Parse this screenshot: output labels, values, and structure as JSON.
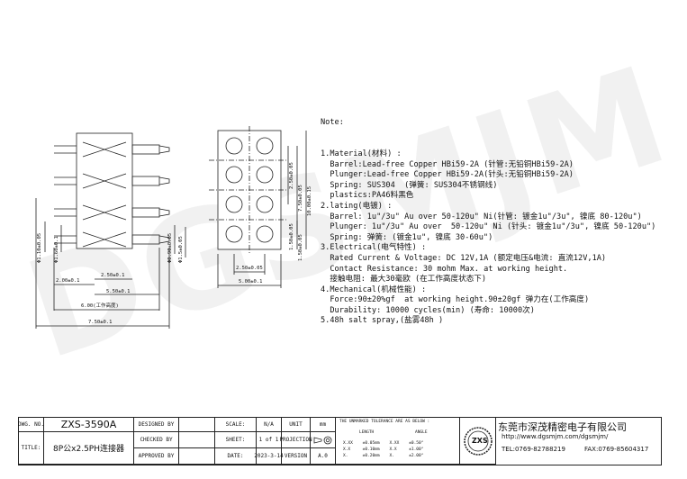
{
  "drawing": {
    "left_dims": [
      "2.00±0.1",
      "2.50±0.1",
      "5.50±0.1",
      "6.00(工作高度)",
      "7.50±0.1",
      "Φ1.10±0.05",
      "Φ1.60±0.1",
      "Φ0.90±0.05",
      "Φ1.5±0.05"
    ],
    "mid_dims": [
      "2.50±0.05",
      "5.00±0.1",
      "10.00±0.15",
      "7.50±0.05",
      "2.50±0.05",
      "1.50±0.05",
      "1.50±0.05"
    ]
  },
  "notes": {
    "heading": "Note:",
    "lines": [
      "1.Material(材料) :",
      "  Barrel:Lead-free Copper HBi59-2A (针管:无铅铜HBi59-2A)",
      "  Plunger:Lead-free Copper HBi59-2A(针头:无铅铜HBi59-2A)",
      "  Spring: SUS304  (弹簧: SUS304不锈钢线)",
      "  plastics:PA46料黑色",
      "2.lating(电镀) :",
      "  Barrel: 1u\"/3u\" Au over 50-120u\" Ni(针管: 镀金1u\"/3u\", 镍底 80-120u\")",
      "  Plunger: 1u\"/3u\" Au over  50-120u\" Ni (针头: 镀金1u\"/3u\", 镍底 50-120u\")",
      "  Spring: 弹簧: (镀金1u\", 镍底 30-60u\")",
      "3.Electrical(电气特性) :",
      "  Rated Current & Voltage: DC 12V,1A (额定电压&电流: 直流12V,1A)",
      "  Contact Resistance: 30 mohm Max. at working height.",
      "  接触电阻: 最大30毫欧 (在工作高度状态下)",
      "4.Mechanical(机械性能) :",
      "  Force:90±20%gf  at working height.90±20gf 弹力在(工作高度)",
      "  Durability: 10000 cycles(min) (寿命: 10000次)",
      "5.48h salt spray,(盐雾48h )"
    ]
  },
  "title_block": {
    "dwg_no_label": "DWG. NO.",
    "dwg_no": "ZXS-3590A",
    "title_label": "TITLE:",
    "title": "8P公x2.5PH连接器",
    "designed_by_label": "DESIGNED BY",
    "checked_by_label": "CHECKED BY",
    "approved_by_label": "APPROVED BY",
    "scale_label": "SCALE:",
    "scale": "N/A",
    "sheet_label": "SHEET:",
    "sheet": "1 of 1",
    "date_label": "DATE:",
    "date": "2023-3-14",
    "unit_label": "UNIT",
    "unit": "mm",
    "projection_label": "PROJECTION",
    "version_label": "VERSION",
    "version": "A.0",
    "tol_heading": "THE UNMARKED TOLERANCE ARE AS BELOW :",
    "tol_length": "LENGTH",
    "tol_angle": "ANGLE",
    "tol_rows": [
      "X.XX    ±0.05mm    X.XX    ±0.50°",
      "X.X     ±0.10mm    X.X     ±1.00°",
      "X.      ±0.20mm    X.      ±2.00°"
    ],
    "logo": "ZXS",
    "company": "东莞市深茂精密电子有限公司",
    "url": "http://www.dgsmjm.com/dgsmjm/",
    "tel": "TEL:0769-82788219",
    "fax": "FAX:0769-85604317"
  },
  "watermark": "DGSMJM"
}
